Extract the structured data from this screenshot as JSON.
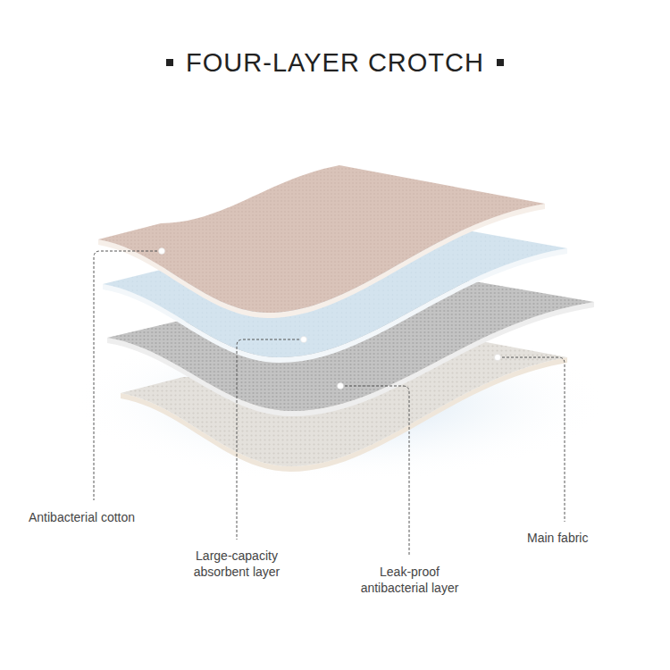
{
  "diagram": {
    "title": "FOUR-LAYER CROTCH",
    "labels": [
      "Antibacterial cotton",
      "Large-capacity absorbent layer",
      "Leak-proof antibacterial layer",
      "Main fabric"
    ]
  }
}
